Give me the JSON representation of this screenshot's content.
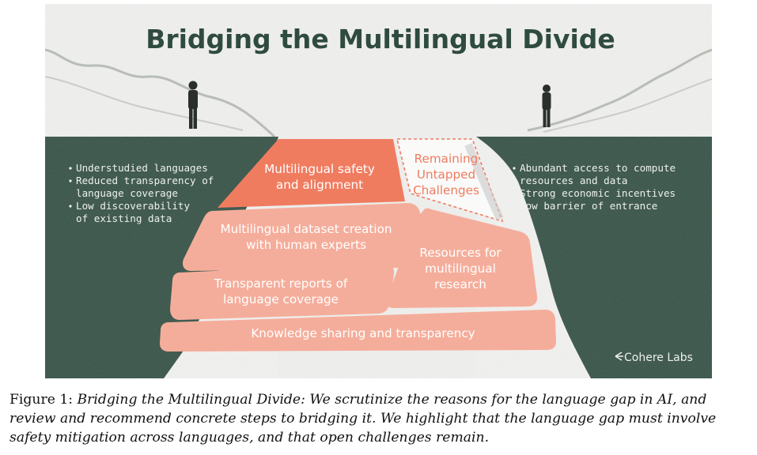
{
  "figure": {
    "title": "Bridging the Multilingual Divide",
    "left_side": [
      [
        "Understudied languages"
      ],
      [
        "Reduced transparency of",
        "language coverage"
      ],
      [
        "Low discoverability",
        "of existing data"
      ]
    ],
    "right_side": [
      [
        "Abundant access to compute",
        "resources and data"
      ],
      [
        "Strong economic incentives"
      ],
      [
        "Low barrier of entrance"
      ]
    ],
    "blocks": {
      "safety": [
        "Multilingual safety",
        "and alignment"
      ],
      "remaining": [
        "Remaining",
        "Untapped",
        "Challenges"
      ],
      "dataset": [
        "Multilingual dataset creation",
        "with human experts"
      ],
      "resources": [
        "Resources for",
        "multilingual",
        "research"
      ],
      "reports": [
        "Transparent reports of",
        "language coverage"
      ],
      "knowledge": [
        "Knowledge sharing and transparency"
      ]
    },
    "logo_text": "Cohere Labs",
    "colors": {
      "sky": "#f1f1ef",
      "cliff": "#2f4b40",
      "block_light": "#f5ad9b",
      "block_dark": "#f07c60",
      "remaining_text": "#f07c60"
    }
  },
  "caption": {
    "label": "Figure 1:",
    "text": "Bridging the Multilingual Divide: We scrutinize the reasons for the language gap in AI, and review and recommend concrete steps to bridging it. We highlight that the language gap must involve safety mitigation across languages, and that open challenges remain."
  }
}
